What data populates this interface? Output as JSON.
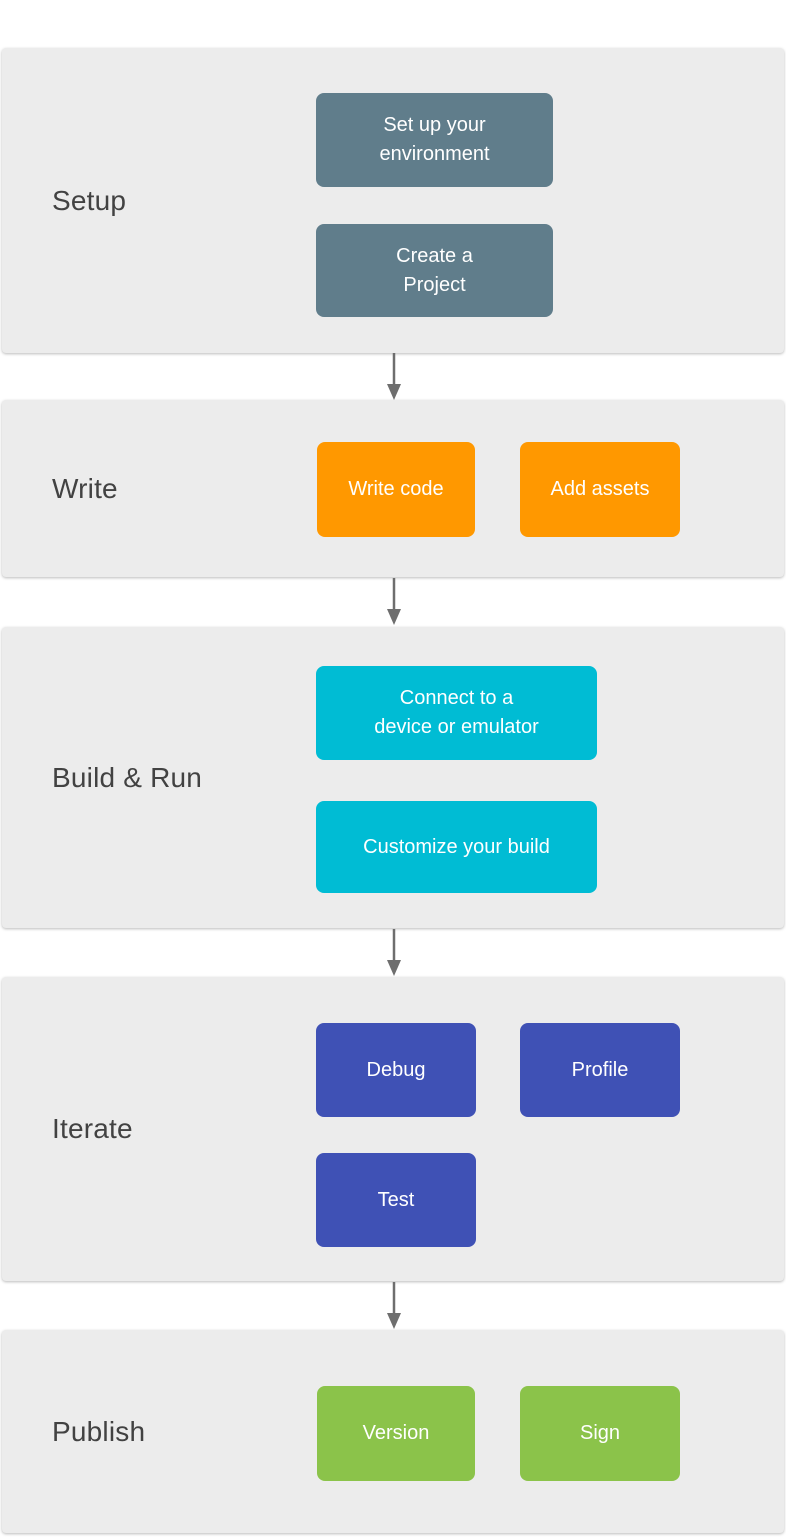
{
  "diagram": {
    "type": "vertical-flowchart",
    "background": "#ffffff",
    "card_background": "#ececec",
    "label_color": "#424242",
    "button_text_color": "#ffffff",
    "arrow_color": "#6e6e6e"
  },
  "sections": [
    {
      "label": "Setup",
      "color": "#607d8b",
      "buttons": [
        {
          "label": "Set up your\nenvironment"
        },
        {
          "label": "Create a\nProject"
        }
      ]
    },
    {
      "label": "Write",
      "color": "#ff9800",
      "buttons": [
        {
          "label": "Write code"
        },
        {
          "label": "Add assets"
        }
      ]
    },
    {
      "label": "Build & Run",
      "color": "#00bcd4",
      "buttons": [
        {
          "label": "Connect to a\ndevice or emulator"
        },
        {
          "label": "Customize your build"
        }
      ]
    },
    {
      "label": "Iterate",
      "color": "#3f51b5",
      "buttons": [
        {
          "label": "Debug"
        },
        {
          "label": "Profile"
        },
        {
          "label": "Test"
        }
      ]
    },
    {
      "label": "Publish",
      "color": "#8bc34a",
      "buttons": [
        {
          "label": "Version"
        },
        {
          "label": "Sign"
        }
      ]
    }
  ]
}
